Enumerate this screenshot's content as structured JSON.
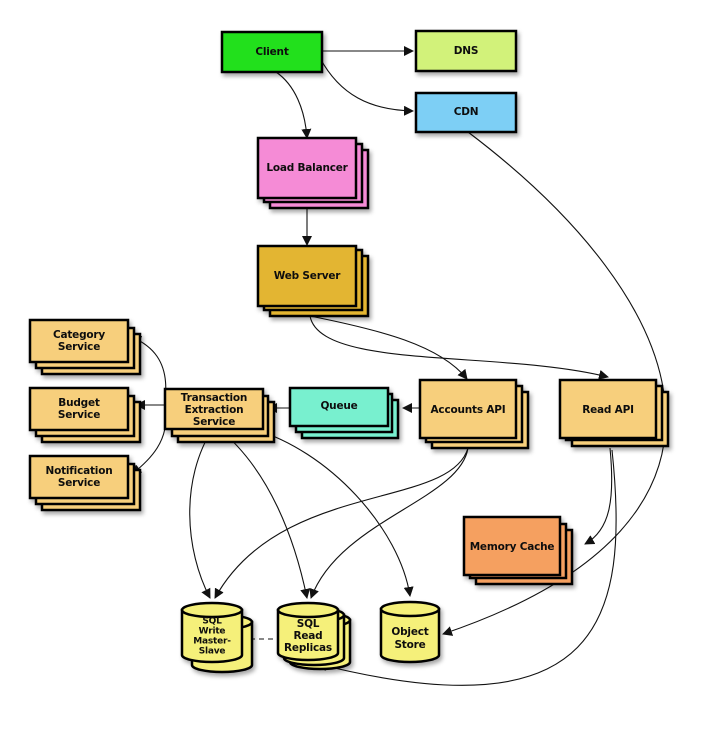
{
  "title": "Mint.com-style system design diagram",
  "colors": {
    "client": "#22e01e",
    "dns": "#d2f27a",
    "cdn": "#7dcff5",
    "load_balancer": "#f58bd6",
    "web_server": "#e3b532",
    "service": "#f7cf7c",
    "queue": "#78f0cf",
    "memory_cache": "#f5a060",
    "storage": "#f5f07a"
  },
  "nodes": {
    "client": "Client",
    "dns": "DNS",
    "cdn": "CDN",
    "load_balancer": "Load Balancer",
    "web_server": "Web Server",
    "category_service": [
      "Category",
      "Service"
    ],
    "budget_service": [
      "Budget",
      "Service"
    ],
    "notification_service": [
      "Notification",
      "Service"
    ],
    "transaction_extraction_service": [
      "Transaction",
      "Extraction",
      "Service"
    ],
    "queue": "Queue",
    "accounts_api": "Accounts API",
    "read_api": "Read API",
    "memory_cache": "Memory Cache",
    "sql_write": [
      "SQL",
      "Write",
      "Master-",
      "Slave"
    ],
    "sql_read": [
      "SQL",
      "Read",
      "Replicas"
    ],
    "object_store": [
      "Object",
      "Store"
    ]
  },
  "edges": [
    {
      "from": "Client",
      "to": "DNS"
    },
    {
      "from": "Client",
      "to": "CDN"
    },
    {
      "from": "Client",
      "to": "Load Balancer"
    },
    {
      "from": "Load Balancer",
      "to": "Web Server"
    },
    {
      "from": "Web Server",
      "to": "Accounts API"
    },
    {
      "from": "Web Server",
      "to": "Read API"
    },
    {
      "from": "Accounts API",
      "to": "Queue"
    },
    {
      "from": "Queue",
      "to": "Transaction Extraction Service"
    },
    {
      "from": "Transaction Extraction Service",
      "to": "Category Service"
    },
    {
      "from": "Transaction Extraction Service",
      "to": "Budget Service"
    },
    {
      "from": "Transaction Extraction Service",
      "to": "Notification Service"
    },
    {
      "from": "Transaction Extraction Service",
      "to": "SQL Write Master-Slave"
    },
    {
      "from": "Transaction Extraction Service",
      "to": "SQL Read Replicas"
    },
    {
      "from": "Transaction Extraction Service",
      "to": "Object Store"
    },
    {
      "from": "Accounts API",
      "to": "SQL Write Master-Slave"
    },
    {
      "from": "Accounts API",
      "to": "SQL Read Replicas"
    },
    {
      "from": "Read API",
      "to": "Memory Cache"
    },
    {
      "from": "Read API",
      "to": "SQL Read Replicas"
    },
    {
      "from": "CDN",
      "to": "Object Store"
    },
    {
      "from": "SQL Write Master-Slave",
      "to": "SQL Read Replicas",
      "style": "dashed"
    }
  ]
}
